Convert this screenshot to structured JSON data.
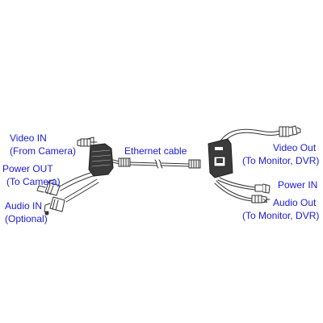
{
  "labels": {
    "video_in": "Video IN",
    "video_in_sub": "(From Camera)",
    "power_out": "Power OUT",
    "power_out_sub": "(To Camera)",
    "audio_in": "Audio IN",
    "audio_in_sub": "(Optional)",
    "ethernet_cable": "Ethernet cable",
    "video_out": "Video Out",
    "video_out_sub": "(To Monitor, DVR)",
    "power_in": "Power IN",
    "audio_out": "Audio Out",
    "audio_out_sub": "(To Monitor, DVR)"
  },
  "colors": {
    "label_text": "#1a1adc",
    "line_art": "#333333",
    "housing_fill": "#3a3a3a"
  },
  "icons": {
    "left_balun": "bnc-balun-transmitter-icon",
    "right_balun": "rj45-balun-receiver-icon",
    "cable": "ethernet-cable-icon"
  }
}
